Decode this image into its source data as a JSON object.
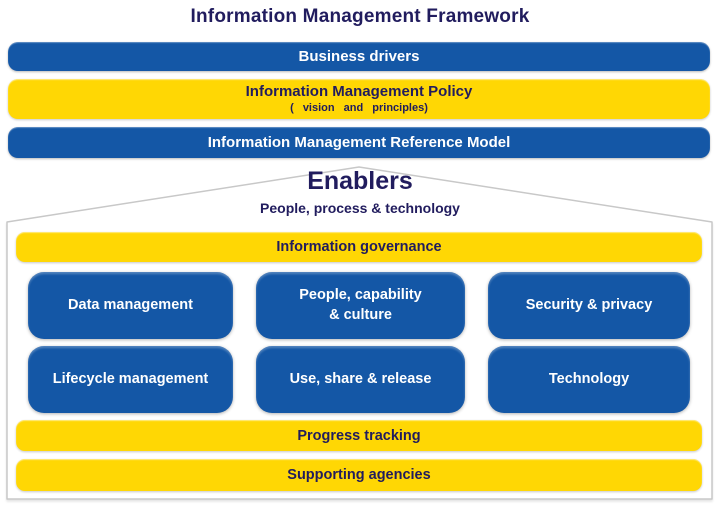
{
  "title": "Information Management Framework",
  "top_bars": {
    "business_drivers": "Business drivers",
    "policy": {
      "label": "Information Management Policy",
      "subtitle": "( vision and principles)"
    },
    "reference_model": "Information Management Reference Model"
  },
  "enablers": {
    "heading": "Enablers",
    "subheading": "People, process & technology",
    "governance_bar": "Information governance",
    "boxes": [
      {
        "lines": [
          "Data management"
        ]
      },
      {
        "lines": [
          "People, capability",
          "& culture"
        ]
      },
      {
        "lines": [
          "Security & privacy"
        ]
      },
      {
        "lines": [
          "Lifecycle management"
        ]
      },
      {
        "lines": [
          "Use, share & release"
        ]
      },
      {
        "lines": [
          "Technology"
        ]
      }
    ],
    "progress_bar": "Progress tracking",
    "agencies_bar": "Supporting agencies"
  },
  "colors": {
    "blue": "#1457A6",
    "yellow": "#FFD704",
    "navy_text": "#211C5E",
    "white_text": "#FFFFFF",
    "outline_gray": "#C8C8C8"
  }
}
